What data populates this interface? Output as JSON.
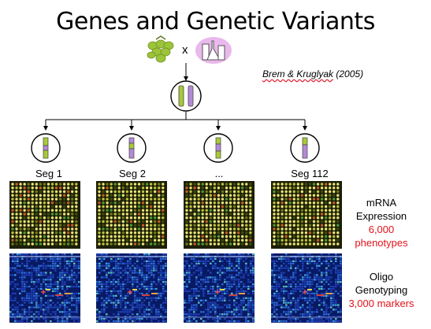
{
  "title": "Genes and Genetic Variants",
  "cross_symbol": "x",
  "citation": {
    "authors": "Brem & Kruglyak",
    "year": "(2005)"
  },
  "segregants": [
    {
      "label": "Seg 1"
    },
    {
      "label": "Seg 2"
    },
    {
      "label": "..."
    },
    {
      "label": "Seg 112"
    }
  ],
  "expression_legend": {
    "line1": "mRNA",
    "line2": "Expression",
    "count": "6,000",
    "unit": "phenotypes"
  },
  "genotyping_legend": {
    "line1": "Oligo",
    "line2": "Genotyping",
    "count": "3,000 markers"
  },
  "colors": {
    "chrom_green": "#a8c93a",
    "chrom_purple": "#b58ad8",
    "red_text": "#e4121b",
    "grape_green": "#9cc43a",
    "beaker_pink": "#e9b8ec"
  },
  "icons": [
    "grapes-icon",
    "lab-glassware-icon"
  ]
}
